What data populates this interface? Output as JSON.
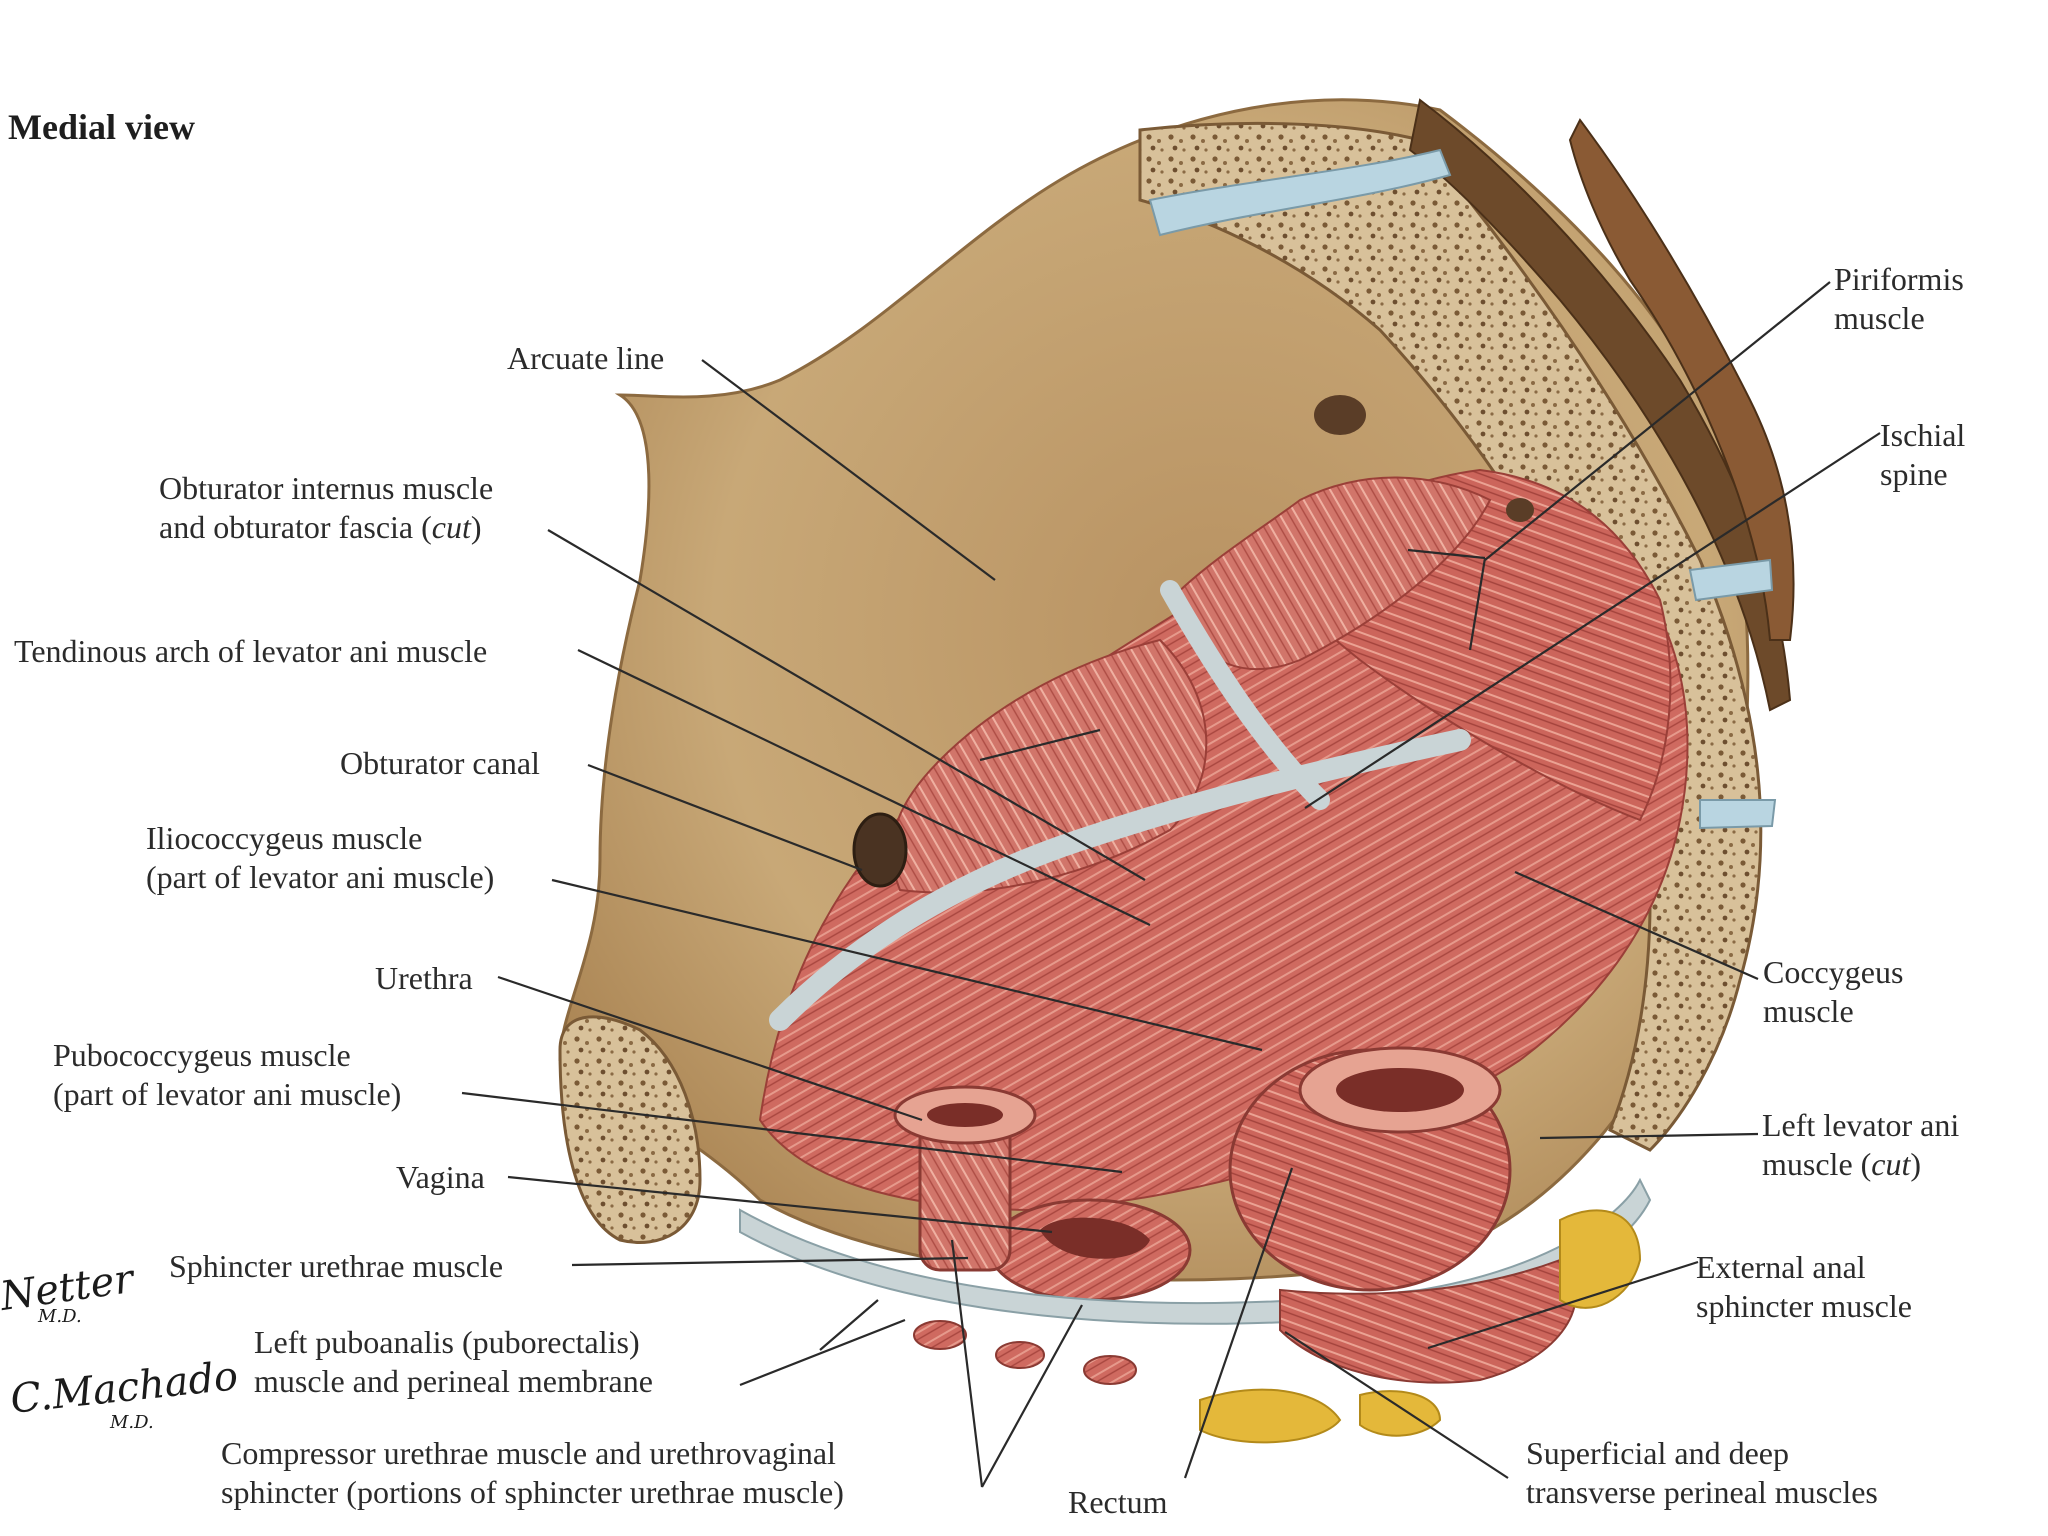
{
  "title": "Medial view",
  "labels": {
    "arcuate_line": "Arcuate line",
    "obturator_internus_1": "Obturator internus muscle",
    "obturator_internus_2": "and obturator fascia (",
    "obturator_internus_cut": "cut",
    "obturator_internus_end": ")",
    "tendinous_arch": "Tendinous arch of levator ani muscle",
    "obturator_canal": "Obturator canal",
    "iliococcygeus_1": "Iliococcygeus muscle",
    "iliococcygeus_2": "(part of levator ani muscle)",
    "urethra": "Urethra",
    "pubococcygeus_1": "Pubococcygeus muscle",
    "pubococcygeus_2": "(part of levator ani muscle)",
    "vagina": "Vagina",
    "sphincter_urethrae": "Sphincter urethrae muscle",
    "puboanalis_1": "Left puboanalis (puborectalis)",
    "puboanalis_2": "muscle and perineal membrane",
    "compressor_1": "Compressor urethrae muscle and urethrovaginal",
    "compressor_2": "sphincter (portions of sphincter urethrae muscle)",
    "rectum": "Rectum",
    "superficial_1": "Superficial and deep",
    "superficial_2": "transverse perineal muscles",
    "external_anal_1": "External anal",
    "external_anal_2": "sphincter muscle",
    "left_levator_1": "Left levator ani",
    "left_levator_2": "muscle (",
    "left_levator_cut": "cut",
    "left_levator_end": ")",
    "coccygeus_1": "Coccygeus",
    "coccygeus_2": "muscle",
    "ischial_1": "Ischial",
    "ischial_2": "spine",
    "piriformis_1": "Piriformis",
    "piriformis_2": "muscle"
  },
  "signatures": {
    "netter": "Netter",
    "netter_md": "M.D.",
    "machado": "C.Machado",
    "machado_md": "M.D."
  },
  "colors": {
    "bone": "#c9a77a",
    "bone_dark": "#a8814f",
    "muscle": "#c9605a",
    "muscle_light": "#e39a8c",
    "fascia": "#c9d4d6",
    "cartilage": "#b9d5e1",
    "fat": "#e4b83a",
    "leader": "#2a2a2a"
  }
}
